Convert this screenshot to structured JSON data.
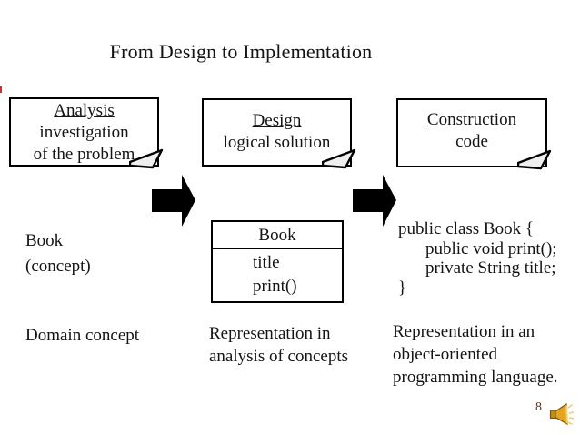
{
  "slide": {
    "title": "From Design to Implementation",
    "page_number": "8"
  },
  "process_boxes": [
    {
      "name": "Analysis",
      "line1": "investigation",
      "line2": "of the problem"
    },
    {
      "name": "Design",
      "line1": "logical solution",
      "line2": ""
    },
    {
      "name": "Construction",
      "line1": "code",
      "line2": ""
    }
  ],
  "left_concept": {
    "line1": "Book",
    "line2": "(concept)"
  },
  "uml_class": {
    "name": "Book",
    "member1": "title",
    "member2": "print()"
  },
  "code": {
    "line1": "public class Book {",
    "line2": "public void print();",
    "line3": "private String title;",
    "line4": "}"
  },
  "captions": {
    "left": {
      "line1": "Domain concept",
      "line2": "",
      "line3": ""
    },
    "middle": {
      "line1": "Representation in",
      "line2": "analysis of concepts",
      "line3": ""
    },
    "right": {
      "line1": "Representation in an",
      "line2": "object-oriented",
      "line3": "programming language."
    }
  },
  "icons": {
    "speaker": "audio-speaker-icon"
  },
  "colors": {
    "arrow": "#000000",
    "box_border": "#000000",
    "speaker_gold": "#e3a51f",
    "speaker_outline": "#7a5a10",
    "page_number": "#53392b",
    "edge_artifact_red": "#d22f2f"
  }
}
